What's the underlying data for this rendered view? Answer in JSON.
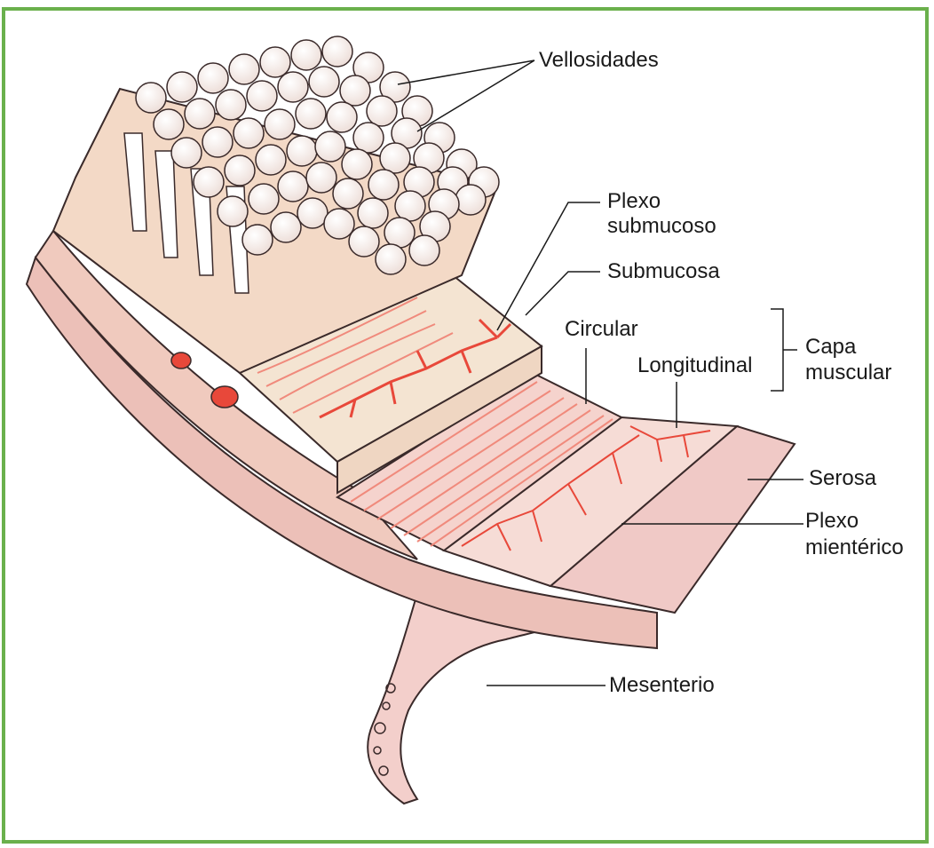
{
  "colors": {
    "frame": "#6ab04c",
    "mucosa": "#f3d9c6",
    "layer_pink": "#f0c4bd",
    "muscle_fiber": "#f08a7c",
    "plexus": "#e8483a",
    "villus": "#f7efe9",
    "outline": "#3a2a2a"
  },
  "labels": {
    "vellosidades": "Vellosidades",
    "plexo_submucoso_1": "Plexo",
    "plexo_submucoso_2": "submucoso",
    "submucosa": "Submucosa",
    "circular": "Circular",
    "longitudinal": "Longitudinal",
    "capa_muscular_1": "Capa",
    "capa_muscular_2": "muscular",
    "serosa": "Serosa",
    "plexo_mienterico_1": "Plexo",
    "plexo_mienterico_2": "mientérico",
    "mesenterio": "Mesenterio"
  }
}
